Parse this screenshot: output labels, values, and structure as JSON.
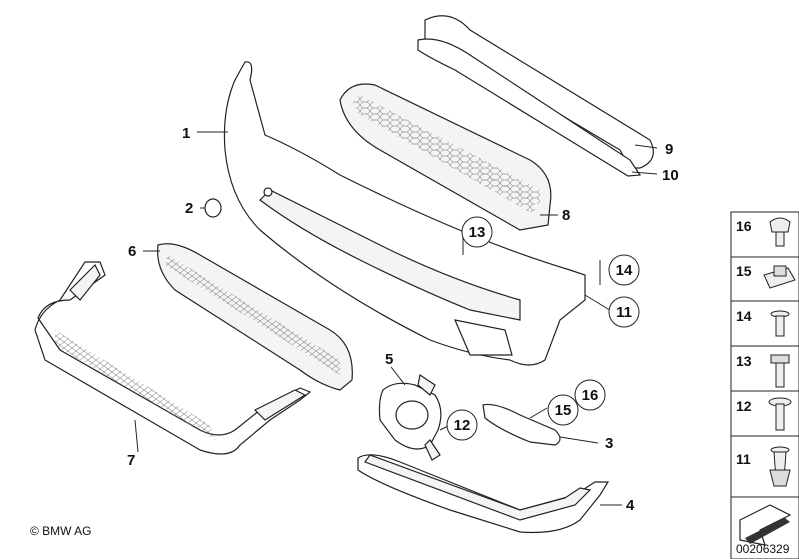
{
  "callouts": {
    "c1": "1",
    "c2": "2",
    "c3": "3",
    "c4": "4",
    "c5": "5",
    "c6": "6",
    "c7": "7",
    "c8": "8",
    "c9": "9",
    "c10": "10",
    "c11": "11",
    "c12": "12",
    "c13": "13",
    "c14": "14",
    "c15": "15",
    "c16": "16"
  },
  "side_panel": [
    "16",
    "15",
    "14",
    "13",
    "12",
    "11"
  ],
  "footer": {
    "copyright": "© BMW AG",
    "diagram_id": "00206329"
  }
}
